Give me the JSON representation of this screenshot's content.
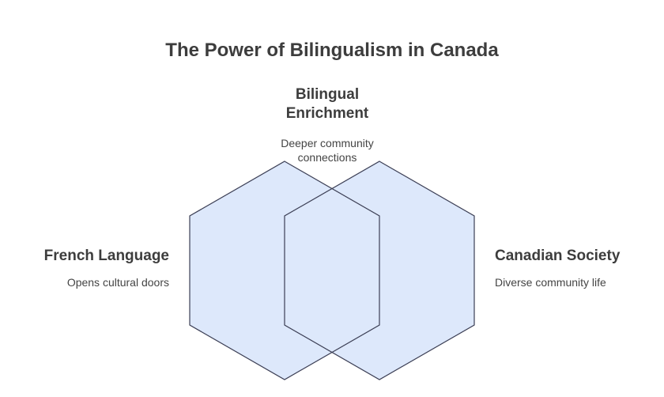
{
  "title": "The Power of Bilingualism in Canada",
  "colors": {
    "hexagon_fill": "#dde8fb",
    "hexagon_stroke": "#3c3f55",
    "text": "#3d3d3d"
  },
  "center": {
    "title": "Bilingual Enrichment",
    "description": "Deeper community connections"
  },
  "left": {
    "title": "French Language",
    "description": "Opens cultural doors"
  },
  "right": {
    "title": "Canadian Society",
    "description": "Diverse community life"
  }
}
